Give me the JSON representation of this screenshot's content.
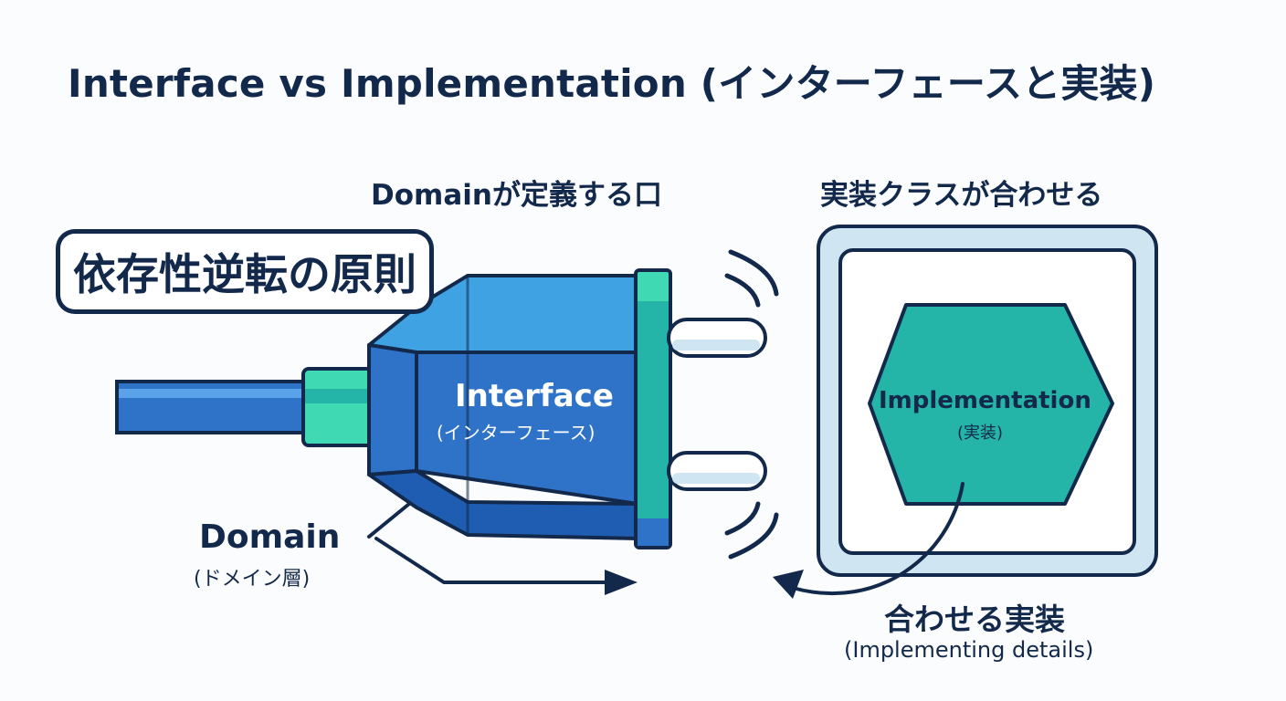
{
  "title": "Interface vs Implementation (インターフェースと実装)",
  "badge": "依存性逆転の原則",
  "captions": {
    "domain_port": "Domainが定義する口",
    "impl_fits": "実装クラスが合わせる"
  },
  "plug": {
    "label": "Interface",
    "label_jp": "(インターフェース)"
  },
  "implementation": {
    "label": "Implementation",
    "label_jp": "(実装)"
  },
  "domain": {
    "label": "Domain",
    "label_jp": "(ドメイン層)"
  },
  "matching": {
    "label_jp": "合わせる実装",
    "label_en": "(Implementing details)"
  },
  "colors": {
    "navy": "#13294b",
    "plug_blue": "#2f73c9",
    "plug_light": "#3fa3e3",
    "teal": "#25b5a8",
    "mint": "#3fd9b3",
    "frame_blue": "#cfe6f2"
  },
  "icons": [
    "plug-icon",
    "socket-icon",
    "hexagon-icon",
    "arrow-icon",
    "signal-arc-icon"
  ]
}
